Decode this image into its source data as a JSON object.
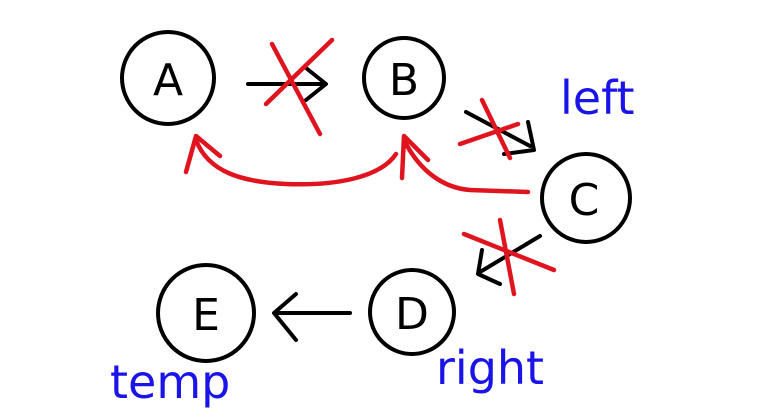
{
  "colors": {
    "ink": "#000000",
    "removed_edge": "#e0141e",
    "new_edge": "#e0141e",
    "pointer_label": "#1a14e8"
  },
  "nodes": [
    {
      "id": "A",
      "label": "A"
    },
    {
      "id": "B",
      "label": "B"
    },
    {
      "id": "C",
      "label": "C"
    },
    {
      "id": "D",
      "label": "D"
    },
    {
      "id": "E",
      "label": "E"
    }
  ],
  "edges": [
    {
      "from": "A",
      "to": "B",
      "state": "crossed-out"
    },
    {
      "from": "B",
      "to": "C",
      "state": "crossed-out"
    },
    {
      "from": "C",
      "to": "D",
      "state": "crossed-out"
    },
    {
      "from": "D",
      "to": "E",
      "state": "kept"
    },
    {
      "from": "B",
      "to": "A",
      "state": "new-red"
    },
    {
      "from": "C",
      "to": "B",
      "state": "new-red"
    }
  ],
  "pointer_labels": {
    "left": "left",
    "right": "right",
    "temp": "temp"
  }
}
